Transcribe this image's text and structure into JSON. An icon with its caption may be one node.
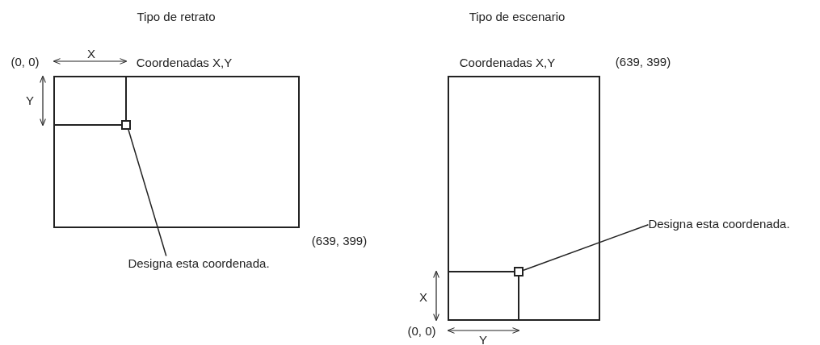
{
  "diagram": {
    "nodes": [
      {
        "text": [
          "Designa esta coordenada."
        ]
      },
      {
        "text": [],
        "shape": "box"
      },
      {
        "text": [
          "Designa esta coordenada."
        ]
      },
      {
        "text": [],
        "shape": "box"
      }
    ],
    "edges": [
      {
        "from": 0,
        "to": 1,
        "arrow": "none"
      },
      {
        "from": 2,
        "to": 3,
        "arrow": "none"
      }
    ],
    "labels": [
      "Tipo de retrato",
      "Tipo de escenario",
      "(0, 0)",
      "X",
      "Coordenadas X,Y",
      "Y",
      "(639, 399)",
      "Coordenadas X,Y",
      "(639, 399)",
      "X",
      "(0, 0)",
      "Y"
    ]
  }
}
